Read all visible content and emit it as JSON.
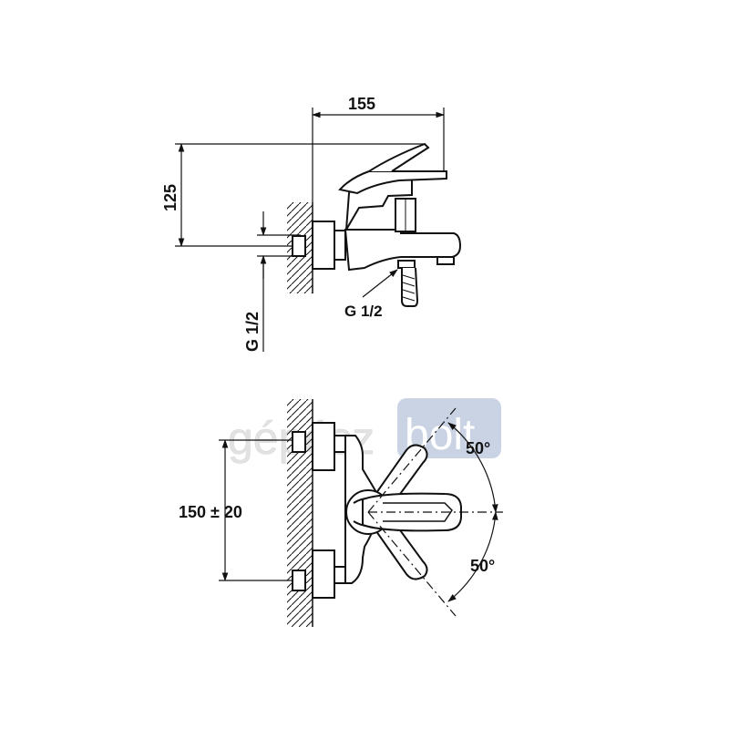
{
  "dimensions": {
    "width": "155",
    "height": "125",
    "inlet_thread": "G 1/2",
    "outlet_thread": "G 1/2",
    "center_distance": "150 ± 20",
    "lever_angle_up": "50°",
    "lever_angle_down": "50°"
  },
  "watermark": {
    "left": "gépész",
    "right": "bolt"
  },
  "colors": {
    "line": "#111111",
    "watermark_text": "#e2e2e2",
    "watermark_box": "#c9d3e4"
  }
}
